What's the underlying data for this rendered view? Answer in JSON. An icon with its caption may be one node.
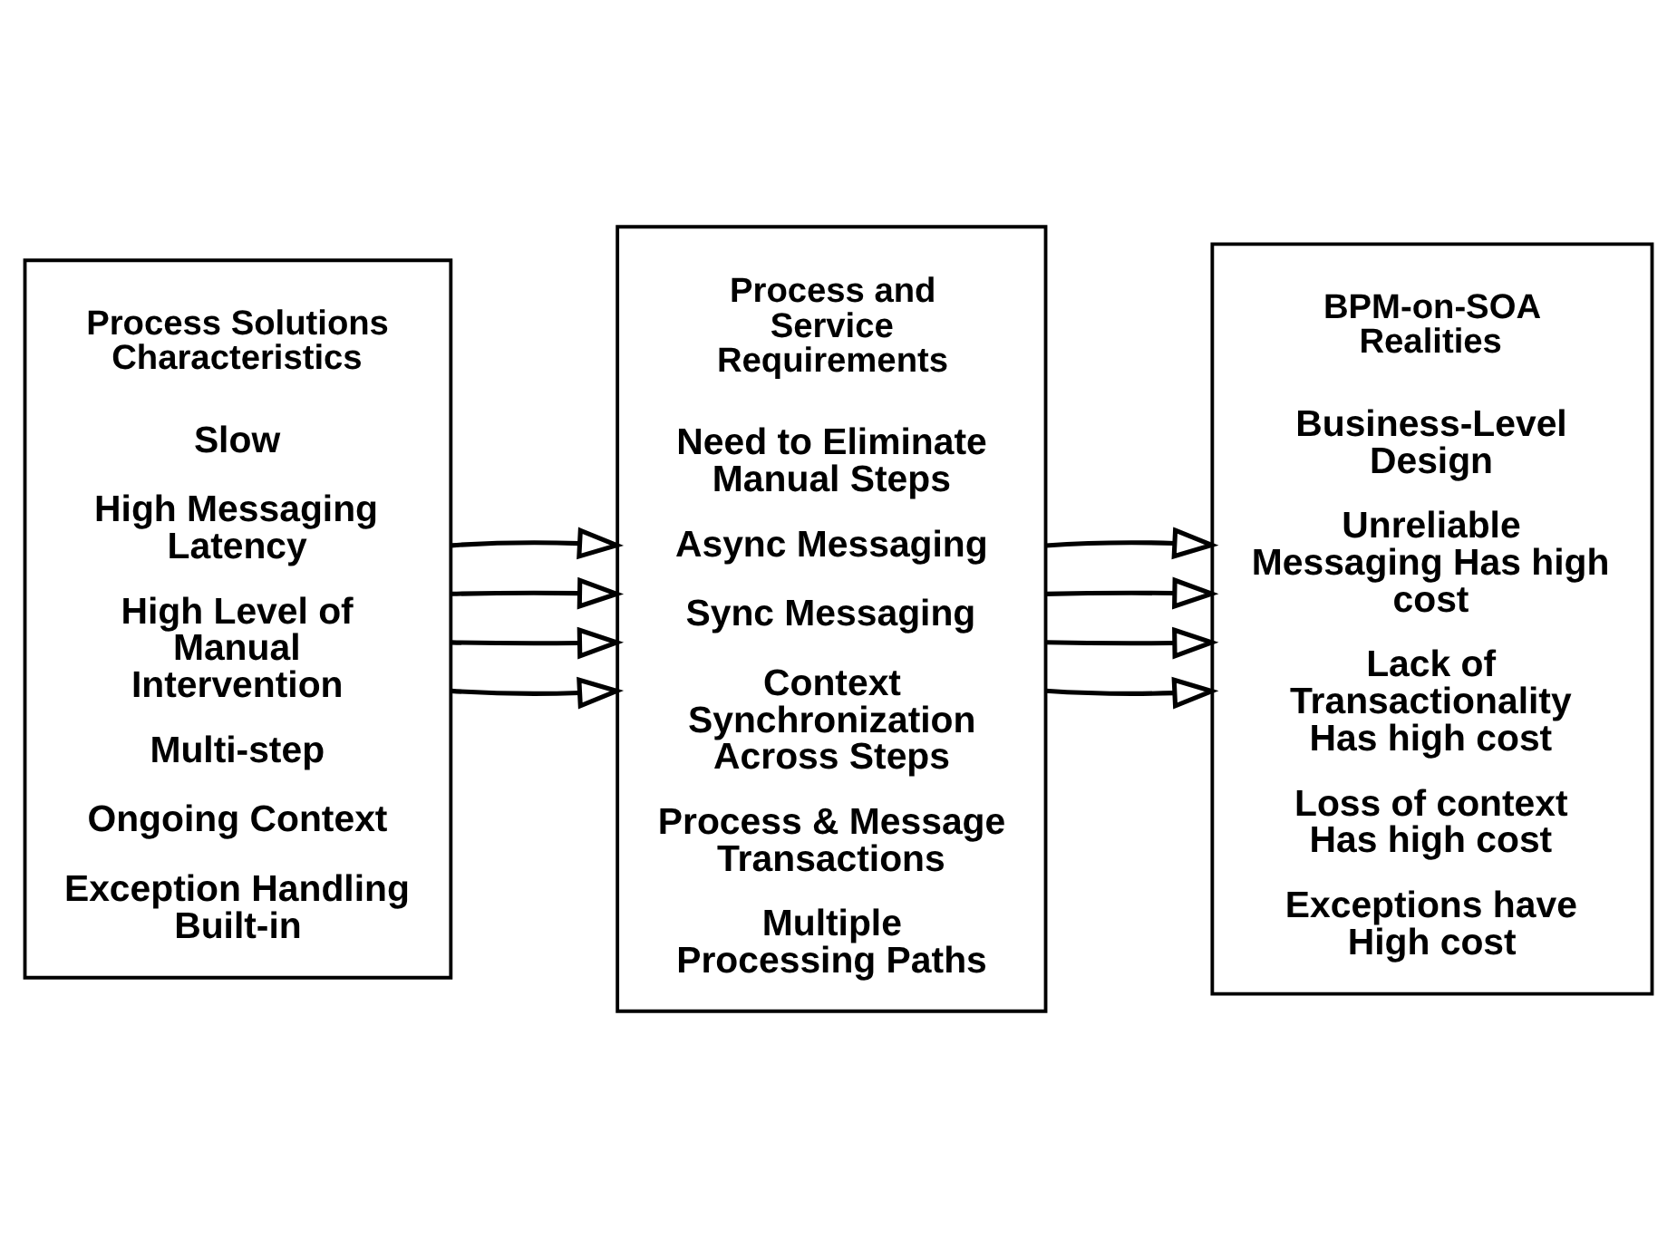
{
  "diagram": {
    "nodes": [
      {
        "text": [
          "Process Solutions Characteristics",
          "Slow",
          "High Messaging Latency",
          "High Level of Manual Intervention",
          "Multi-step",
          "Ongoing Context",
          "Exception Handling Built-in"
        ]
      },
      {
        "text": [
          "Process and Service Requirements",
          "Need to Eliminate Manual Steps",
          "Async Messaging",
          "Sync Messaging",
          "Context Synchronization Across Steps",
          "Process & Message Transactions",
          "Multiple Processing Paths"
        ]
      },
      {
        "text": [
          "BPM-on-SOA Realities",
          "Business-Level Design",
          "Unreliable Messaging Has high cost",
          "Lack of Transactionality Has high cost",
          "Loss of context Has high cost",
          "Exceptions have High cost"
        ]
      }
    ],
    "edges": [
      {
        "from": 0,
        "to": 1,
        "arrow": "to"
      },
      {
        "from": 0,
        "to": 1,
        "arrow": "to"
      },
      {
        "from": 0,
        "to": 1,
        "arrow": "to"
      },
      {
        "from": 0,
        "to": 1,
        "arrow": "to"
      },
      {
        "from": 1,
        "to": 2,
        "arrow": "to"
      },
      {
        "from": 1,
        "to": 2,
        "arrow": "to"
      },
      {
        "from": 1,
        "to": 2,
        "arrow": "to"
      },
      {
        "from": 1,
        "to": 2,
        "arrow": "to"
      }
    ]
  }
}
